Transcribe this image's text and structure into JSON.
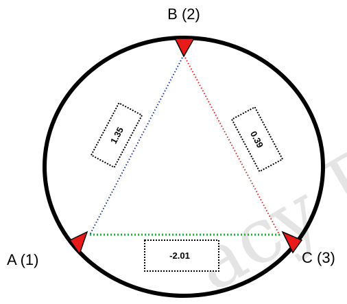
{
  "diagram": {
    "nodes": {
      "a": {
        "label": "A (1)",
        "color": "#e81a1a"
      },
      "b": {
        "label": "B (2)",
        "color": "#e81a1a"
      },
      "c": {
        "label": "C (3)",
        "color": "#e81a1a"
      }
    },
    "edges": {
      "ab": {
        "value": "1.35",
        "color": "#1c2e8a",
        "style": "dotted"
      },
      "bc": {
        "value": "0.39",
        "color": "#e81a1a",
        "style": "dotted"
      },
      "ac": {
        "value": "-2.01",
        "color": "#15b52c",
        "style": "dotted"
      }
    },
    "boundary": {
      "shape": "circle",
      "color": "#000000"
    },
    "watermark": {
      "text": "acy Do"
    }
  }
}
